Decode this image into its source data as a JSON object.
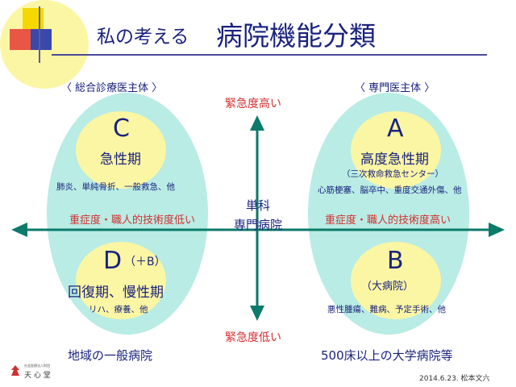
{
  "title": {
    "small": "私の考える",
    "big": "病院機能分類"
  },
  "axes": {
    "top": "緊急度高い",
    "bottom": "緊急度低い"
  },
  "left_header": "〈 総合診療医主体 〉",
  "right_header": "〈 専門医主体 〉",
  "center": {
    "line1": "単科",
    "line2": "専門病院"
  },
  "quadrants": {
    "C": {
      "letter": "C",
      "title": "急性期",
      "sub": "肺炎、単純骨折、一般救急、他"
    },
    "A": {
      "letter": "A",
      "title": "高度急性期",
      "paren": "（三次救命救急センター）",
      "sub": "心筋梗塞、脳卒中、重度交通外傷、他"
    },
    "D": {
      "letter": "D",
      "letter_suffix": "（＋B）",
      "title": "回復期、慢性期",
      "sub": "リハ、療養、他"
    },
    "B": {
      "letter": "B",
      "paren": "（大病院）",
      "sub": "悪性腫瘍、難病、予定手術、他"
    }
  },
  "left_mid": "重症度・職人的技術度低い",
  "right_mid": "重症度・職人的技術度高い",
  "left_bottom": "地域の一般病院",
  "right_bottom": "500床以上の大学病院等",
  "logo": {
    "small": "社会医療法人財団",
    "name": "天 心 堂"
  },
  "footer": "2014.6.23.  松本文六",
  "colors": {
    "navy": "#1a237e",
    "red": "#d32f2f",
    "aqua": "#b9ece4",
    "yellow": "#fbf6a4",
    "arrow": "#0b7a6a"
  }
}
